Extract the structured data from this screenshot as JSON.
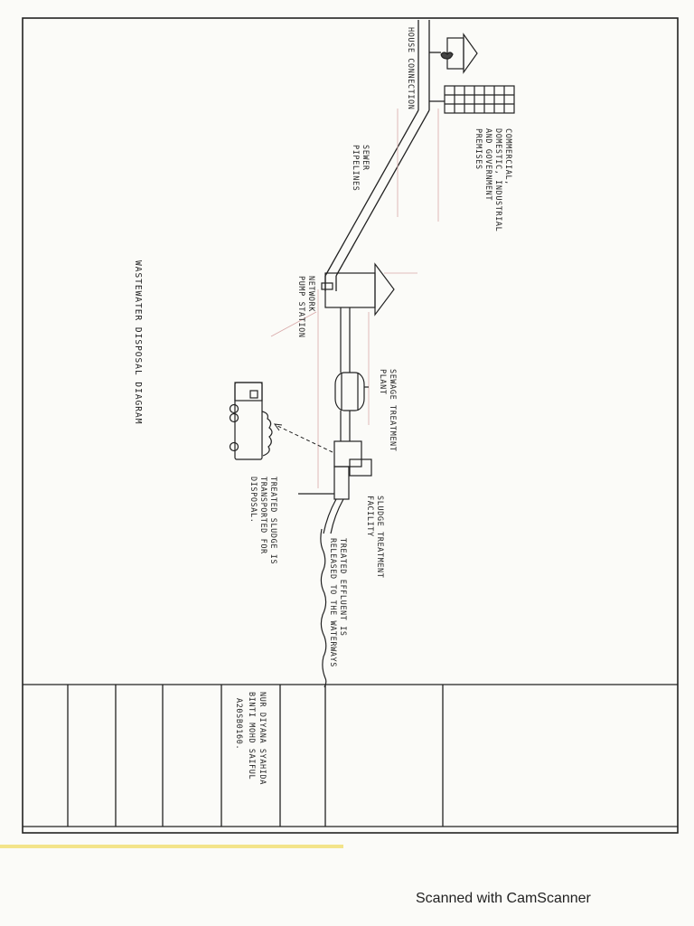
{
  "diagram": {
    "title": "WASTEWATER DISPOSAL DIAGRAM",
    "labels": {
      "house_connection": "HOUSE CONNECTION",
      "premises": [
        "COMMERCIAL,",
        "DOMESTIC, INDUSTRIAL",
        "AND GOVERNMENT",
        "PREMISES"
      ],
      "sewer_pipelines": [
        "SEWER",
        "PIPELINES"
      ],
      "network_pump_station": [
        "NETWORK",
        "PUMP STATION"
      ],
      "sewage_treatment_plant": [
        "SEWAGE TREATMENT",
        "PLANT"
      ],
      "sludge_treatment_facility": [
        "SLUDGE TREATMENT",
        "FACILITY"
      ],
      "treated_effluent": [
        "TREATED EFFLUENT IS",
        "RELEASED TO THE WATERWAYS"
      ],
      "treated_sludge": [
        "TREATED SLUDGE IS",
        "TRANSPORTED FOR",
        "DISPOSAL."
      ]
    }
  },
  "title_block": {
    "name_lines": [
      "NUR DIYANA SYAHIDA",
      "BINTI MOHD SAIFUL"
    ],
    "student_id": "A20SB0160."
  },
  "footer": "Scanned with CamScanner"
}
